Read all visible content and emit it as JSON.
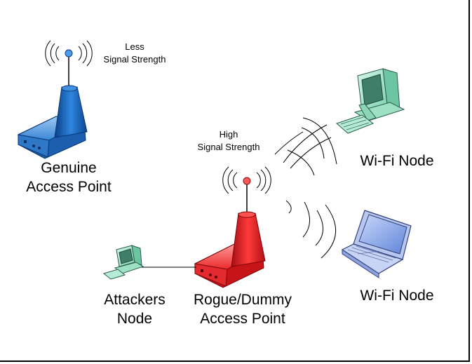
{
  "labels": {
    "genuine_ap": [
      "Genuine",
      "Access Point"
    ],
    "less_signal": [
      "Less",
      "Signal Strength"
    ],
    "high_signal": [
      "High",
      "Signal Strength"
    ],
    "rogue_ap": [
      "Rogue/Dummy",
      "Access Point"
    ],
    "attacker": [
      "Attackers",
      "Node"
    ],
    "wifi_node_1": "Wi-Fi Node",
    "wifi_node_2": "Wi-Fi Node"
  },
  "icons": {
    "genuine_ap": "wireless-router-icon",
    "rogue_ap": "wireless-router-icon",
    "attacker": "desktop-computer-icon",
    "wifi_node_1": "desktop-computer-icon",
    "wifi_node_2": "laptop-icon"
  },
  "colors": {
    "genuine_ap": "#1f6fc4",
    "rogue_ap": "#e8202a",
    "computer": "#9fe0c6",
    "laptop_screen": "#8aa6e8"
  }
}
